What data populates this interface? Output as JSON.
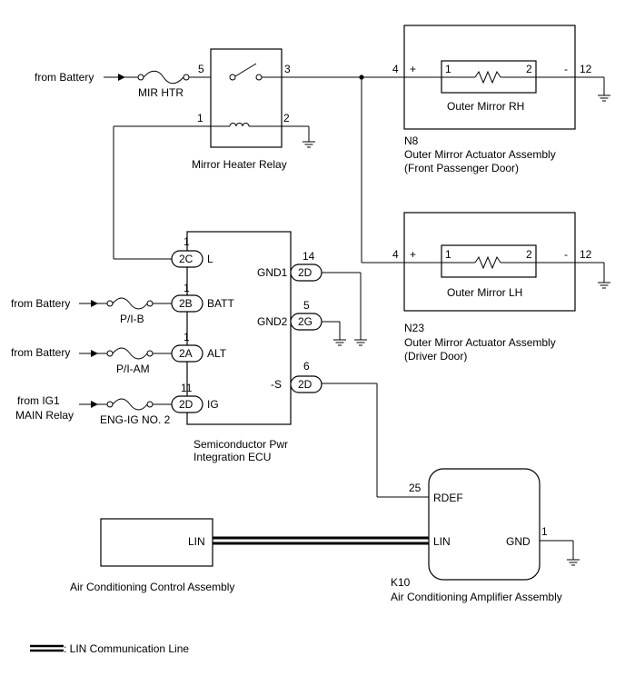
{
  "sources": {
    "battery_1": "from Battery",
    "battery_2": "from Battery",
    "battery_3": "from Battery",
    "ig1_line1": "from IG1",
    "ig1_line2": "MAIN Relay"
  },
  "fuses": {
    "mir_htr": "MIR HTR",
    "pib": "P/I-B",
    "piam": "P/I-AM",
    "engig": "ENG-IG NO. 2"
  },
  "relay": {
    "name": "Mirror Heater Relay",
    "pin1": "1",
    "pin2": "2",
    "pin3": "3",
    "pin5": "5"
  },
  "ecu": {
    "name_line1": "Semiconductor Pwr",
    "name_line2": "Integration ECU",
    "left_pins": [
      {
        "num": "1",
        "conn": "2C",
        "label": "L"
      },
      {
        "num": "1",
        "conn": "2B",
        "label": "BATT"
      },
      {
        "num": "1",
        "conn": "2A",
        "label": "ALT"
      },
      {
        "num": "11",
        "conn": "2D",
        "label": "IG"
      }
    ],
    "right_pins": [
      {
        "num": "14",
        "conn": "2D",
        "label": "GND1"
      },
      {
        "num": "5",
        "conn": "2G",
        "label": "GND2"
      },
      {
        "num": "6",
        "conn": "2D",
        "label": "-S"
      }
    ]
  },
  "mirror_rh": {
    "code": "N8",
    "name_line1": "Outer Mirror Actuator Assembly",
    "name_line2": "(Front Passenger Door)",
    "heater": "Outer Mirror RH",
    "in_pin": "4",
    "plus": "+",
    "h1": "1",
    "h2": "2",
    "minus": "-",
    "out_pin": "12"
  },
  "mirror_lh": {
    "code": "N23",
    "name_line1": "Outer Mirror Actuator Assembly",
    "name_line2": "(Driver Door)",
    "heater": "Outer Mirror LH",
    "in_pin": "4",
    "plus": "+",
    "h1": "1",
    "h2": "2",
    "minus": "-",
    "out_pin": "12"
  },
  "ac_control": {
    "name": "Air Conditioning Control Assembly",
    "lin": "LIN"
  },
  "ac_amp": {
    "code": "K10",
    "name": "Air Conditioning Amplifier Assembly",
    "rdef": "RDEF",
    "rdef_pin": "25",
    "lin": "LIN",
    "gnd": "GND",
    "gnd_pin": "1"
  },
  "legend": {
    "lin_line": ": LIN Communication Line"
  }
}
